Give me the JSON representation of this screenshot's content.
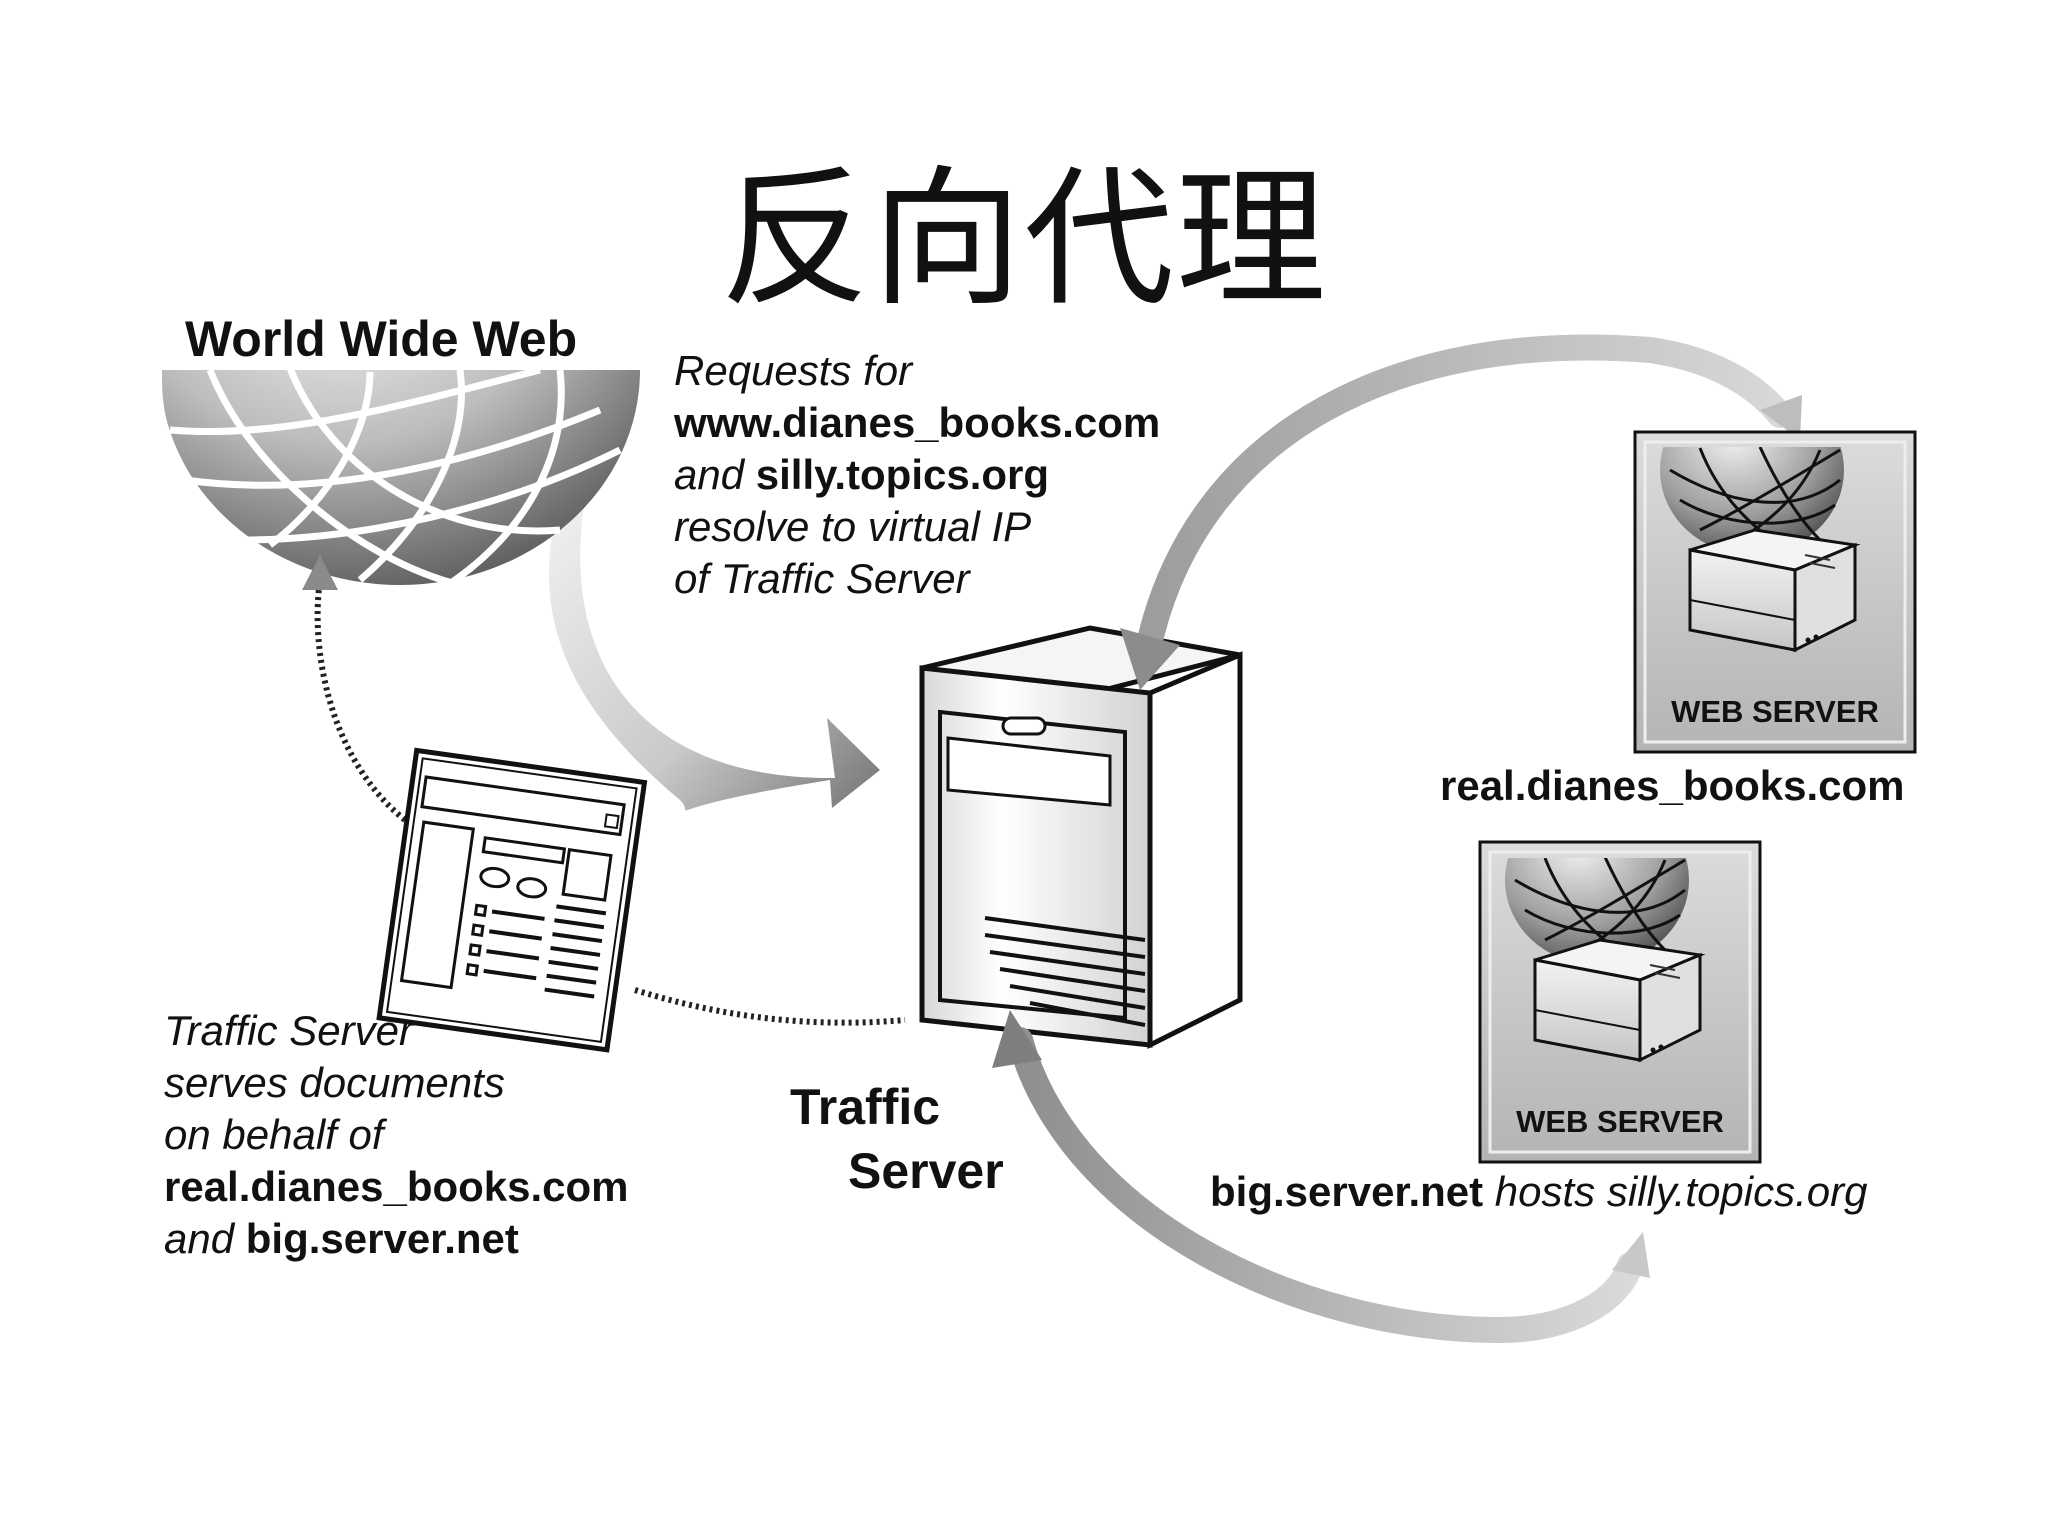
{
  "title": "反向代理",
  "www_label": "World Wide Web",
  "requests_note": {
    "line1": "Requests for",
    "line2": "www.dianes_books.com",
    "line3_prefix": "and ",
    "line3_bold": "silly.topics.org",
    "line4": "resolve to virtual IP",
    "line5": "of Traffic Server"
  },
  "traffic_server_note": {
    "line1": "Traffic Server",
    "line2": "serves documents",
    "line3": "on behalf of",
    "line4": "real.dianes_books.com",
    "line5_prefix": "and ",
    "line5_bold": "big.server.net"
  },
  "traffic_server_label": {
    "line1": "Traffic",
    "line2": "Server"
  },
  "web_server_caption": "WEB SERVER",
  "real_server_label": "real.dianes_books.com",
  "big_server": {
    "bold": "big.server.net",
    "italic": " hosts silly.topics.org"
  },
  "colors": {
    "ink": "#111111",
    "gray_light": "#e6e6e6",
    "gray_mid": "#9a9a9a",
    "gray_dark": "#555555"
  }
}
